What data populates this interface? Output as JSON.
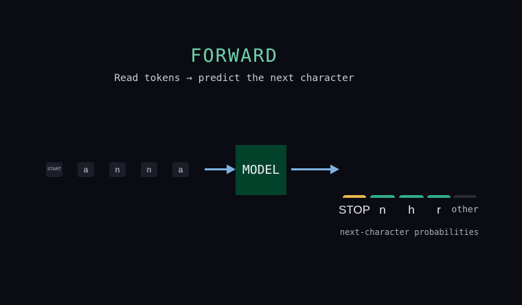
{
  "header": {
    "title": "FORWARD",
    "subtitle": "Read tokens → predict the next character"
  },
  "input_tokens": [
    "START",
    "a",
    "n",
    "n",
    "a"
  ],
  "model_label": "MODEL",
  "outputs": [
    {
      "label": "STOP",
      "color": "#e8b64a"
    },
    {
      "label": "n",
      "color": "#2fae86"
    },
    {
      "label": "h",
      "color": "#2fae86"
    },
    {
      "label": "r",
      "color": "#2fae86"
    },
    {
      "label": "other",
      "color": "#2a2d38"
    }
  ],
  "caption": "next-character probabilities",
  "colors": {
    "background": "#0a0b13",
    "accent": "#6fd3a8",
    "model_box": "#02422b",
    "arrow": "#7fb2e0"
  }
}
